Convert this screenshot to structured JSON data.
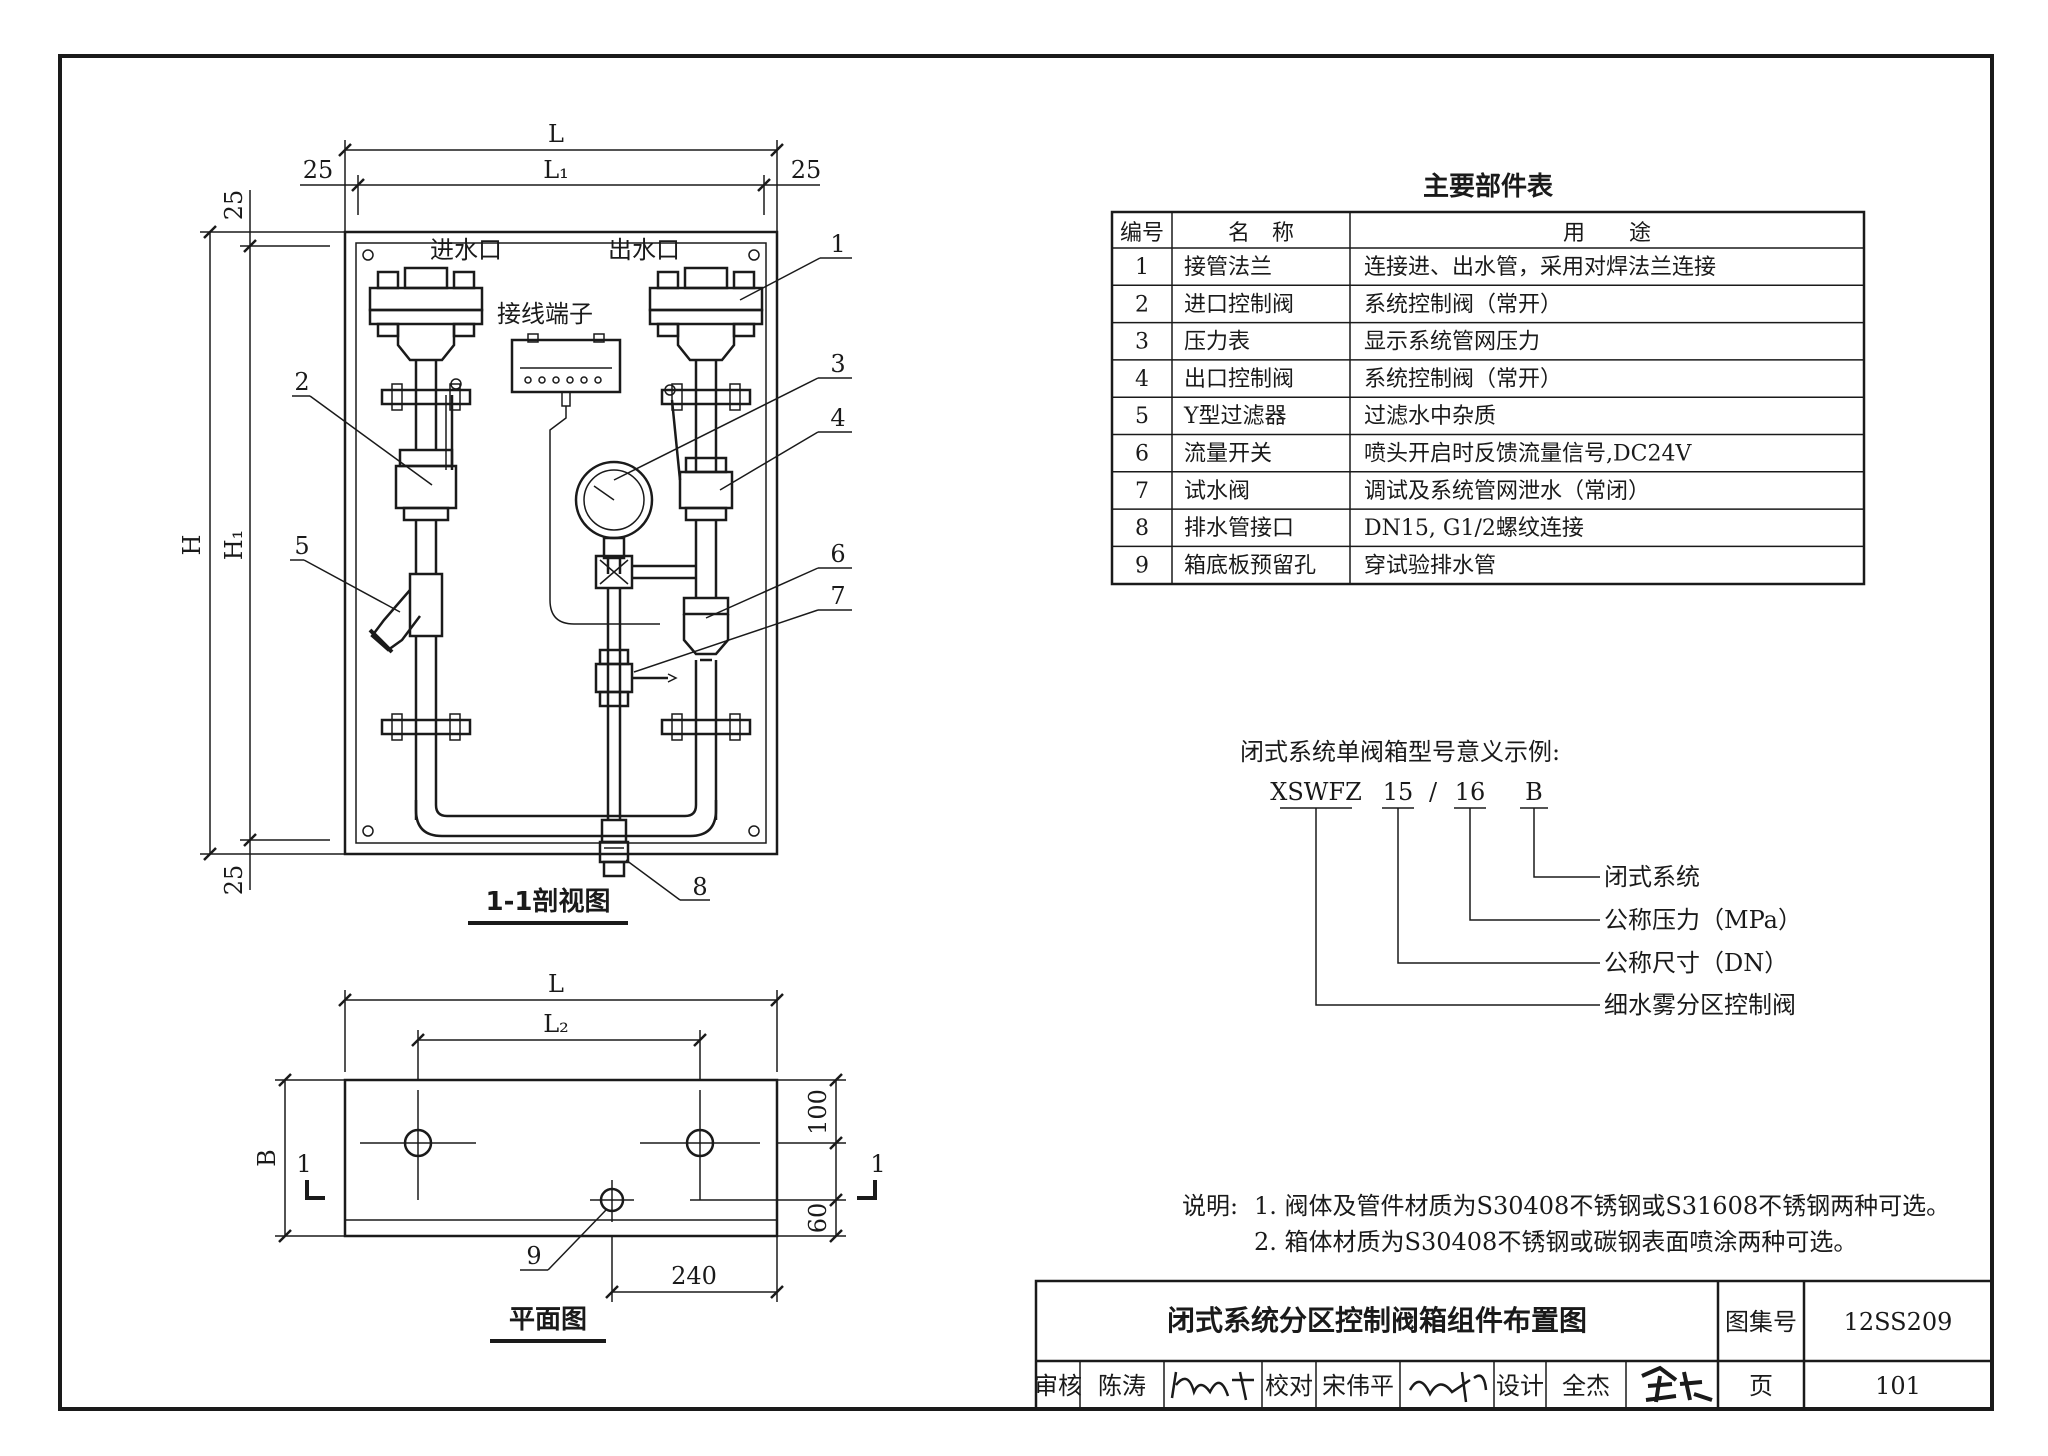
{
  "section_view": {
    "dim_L": "L",
    "dim_L1": "L₁",
    "dim_25_left": "25",
    "dim_25_right": "25",
    "dim_25_top": "25",
    "dim_25_bottom": "25",
    "dim_H": "H",
    "dim_H1": "H₁",
    "inlet_label": "进水口",
    "outlet_label": "出水口",
    "terminal_label": "接线端子",
    "callouts": [
      "1",
      "2",
      "3",
      "4",
      "5",
      "6",
      "7",
      "8"
    ],
    "caption": "1-1剖视图"
  },
  "plan_view": {
    "dim_L": "L",
    "dim_L2": "L₂",
    "dim_B": "B",
    "dim_100": "100",
    "dim_60": "60",
    "dim_240": "240",
    "section_mark_left": "1",
    "section_mark_right": "1",
    "callout_9": "9",
    "caption": "平面图"
  },
  "parts_table": {
    "title": "主要部件表",
    "headers": [
      "编号",
      "名　称",
      "用　　途"
    ],
    "rows": [
      [
        "1",
        "接管法兰",
        "连接进、出水管，采用对焊法兰连接"
      ],
      [
        "2",
        "进口控制阀",
        "系统控制阀（常开）"
      ],
      [
        "3",
        "压力表",
        "显示系统管网压力"
      ],
      [
        "4",
        "出口控制阀",
        "系统控制阀（常开）"
      ],
      [
        "5",
        "Y型过滤器",
        "过滤水中杂质"
      ],
      [
        "6",
        "流量开关",
        "喷头开启时反馈流量信号,DC24V"
      ],
      [
        "7",
        "试水阀",
        "调试及系统管网泄水（常闭）"
      ],
      [
        "8",
        "排水管接口",
        "DN15, G1/2螺纹连接"
      ],
      [
        "9",
        "箱底板预留孔",
        "穿试验排水管"
      ]
    ]
  },
  "model_example": {
    "heading": "闭式系统单阀箱型号意义示例:",
    "codes": [
      "XSWFZ",
      "15",
      "/",
      "16",
      "B"
    ],
    "meanings": [
      "闭式系统",
      "公称压力（MPa）",
      "公称尺寸（DN）",
      "细水雾分区控制阀"
    ]
  },
  "notes": {
    "prefix": "说明:",
    "items": [
      "1. 阀体及管件材质为S30408不锈钢或S31608不锈钢两种可选。",
      "2. 箱体材质为S30408不锈钢或碳钢表面喷涂两种可选。"
    ]
  },
  "title_block": {
    "drawing_title": "闭式系统分区控制阀箱组件布置图",
    "atlas_label": "图集号",
    "atlas_number": "12SS209",
    "review_label": "审核",
    "reviewer": "陈涛",
    "check_label": "校对",
    "checker": "宋伟平",
    "design_label": "设计",
    "designer": "全杰",
    "page_label": "页",
    "page_number": "101"
  }
}
